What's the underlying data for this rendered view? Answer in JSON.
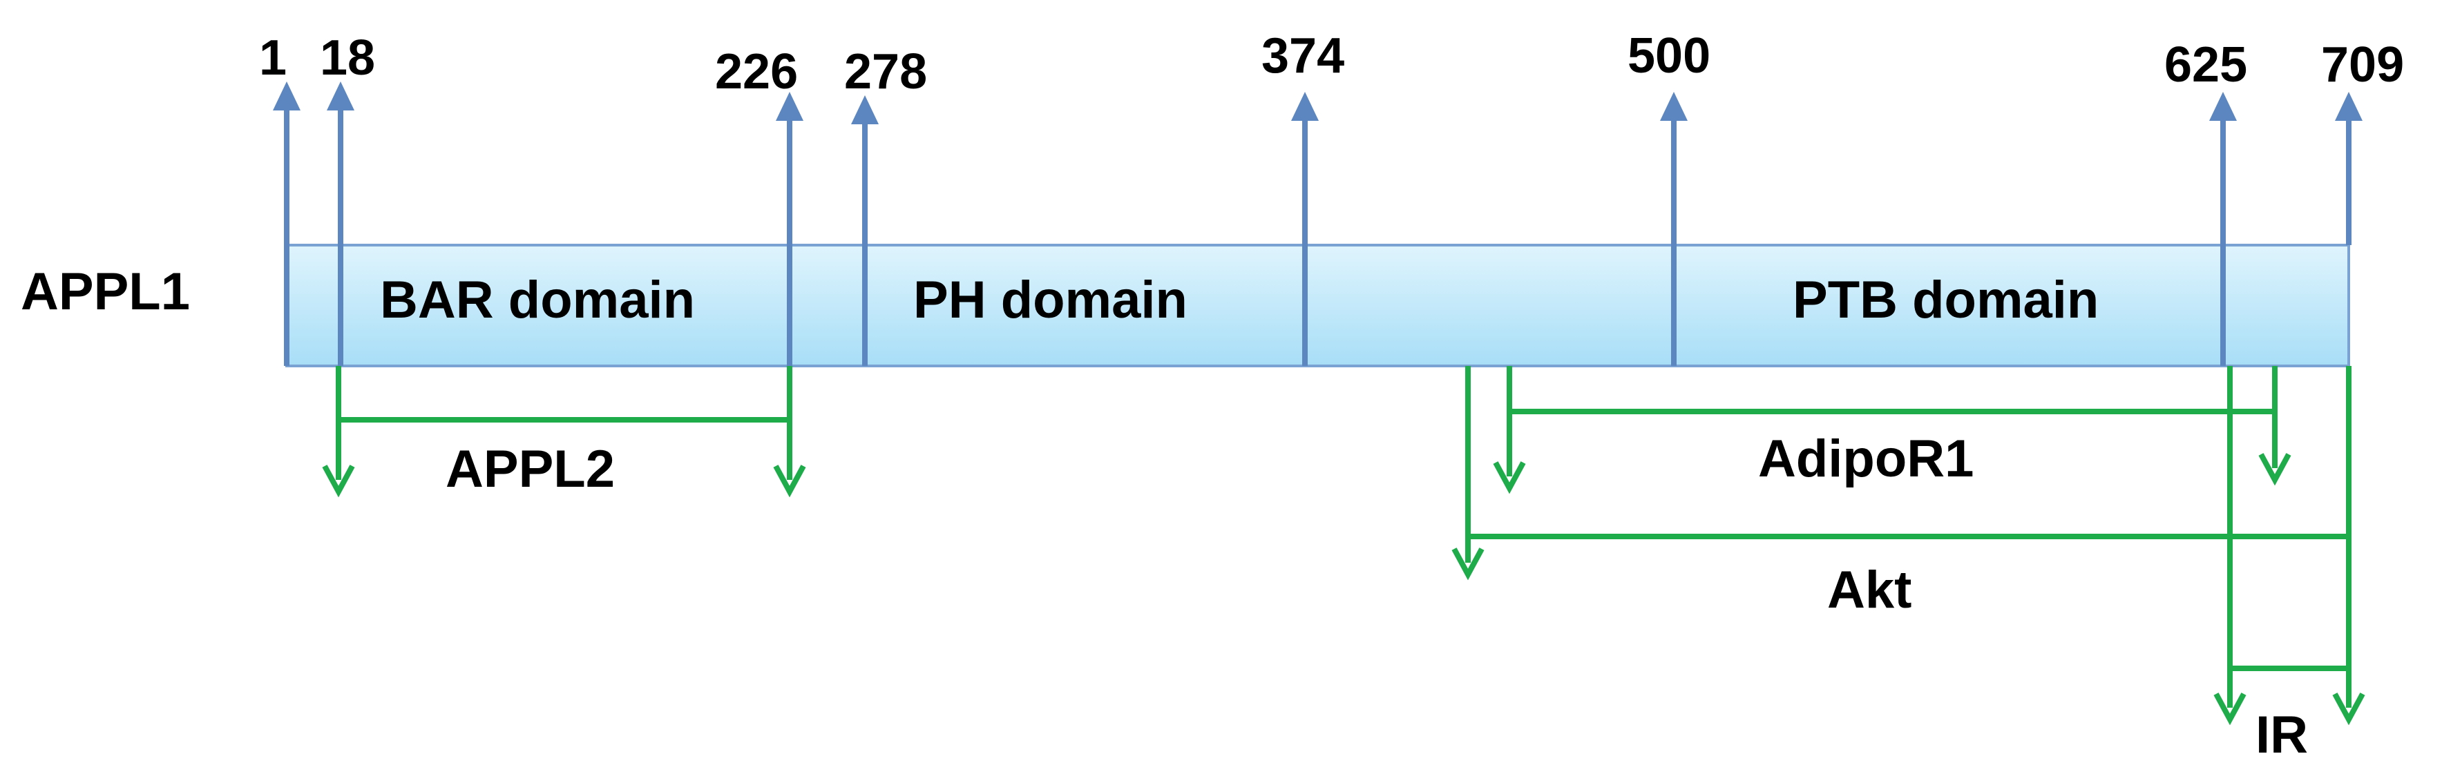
{
  "protein": {
    "name": "APPL1"
  },
  "positions": [
    "1",
    "18",
    "226",
    "278",
    "374",
    "500",
    "625",
    "709"
  ],
  "domains": [
    {
      "id": "bar",
      "label": "BAR domain",
      "start": 18,
      "end": 226
    },
    {
      "id": "ph",
      "label": "PH domain",
      "start": 278,
      "end": 374
    },
    {
      "id": "ptb",
      "label": "PTB domain",
      "start": 500,
      "end": 625
    }
  ],
  "interactions": [
    {
      "id": "appl2",
      "label": "APPL2"
    },
    {
      "id": "adipor1",
      "label": "AdipoR1"
    },
    {
      "id": "akt",
      "label": "Akt"
    },
    {
      "id": "ir",
      "label": "IR"
    }
  ],
  "colors": {
    "bar_fill_light": "#dff4fd",
    "bar_fill_dark": "#a8def7",
    "bar_border": "#7aa3d4",
    "position_arrow": "#5b86c0",
    "interaction_line": "#1eac4b",
    "text": "#000000"
  }
}
